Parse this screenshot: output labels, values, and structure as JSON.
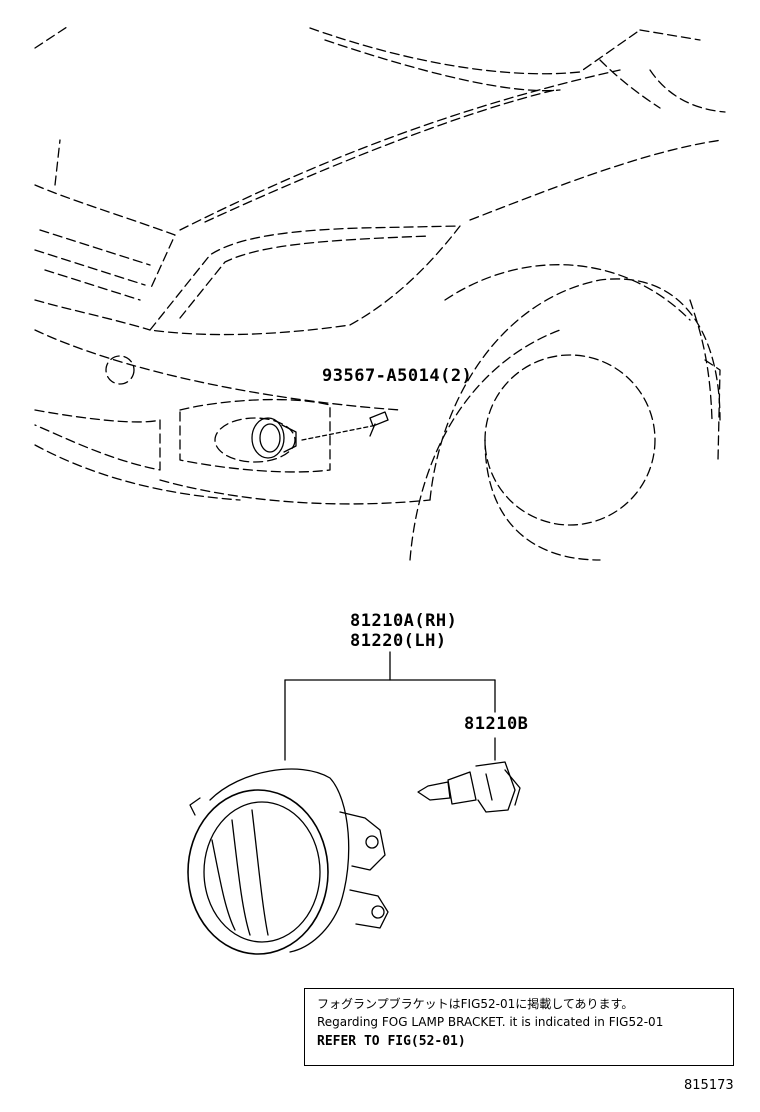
{
  "callouts": {
    "bolt": "93567-A5014(2)",
    "lamp_rh": "81210A(RH)",
    "lamp_lh": "81220(LH)",
    "bulb": "81210B"
  },
  "note": {
    "japanese": "フォグランプブラケットはFIG52-01に掲載してあります。",
    "english": "Regarding FOG LAMP BRACKET. it is indicated in FIG52-01",
    "refer": "REFER TO FIG(52-01)"
  },
  "figure_id": "815173"
}
